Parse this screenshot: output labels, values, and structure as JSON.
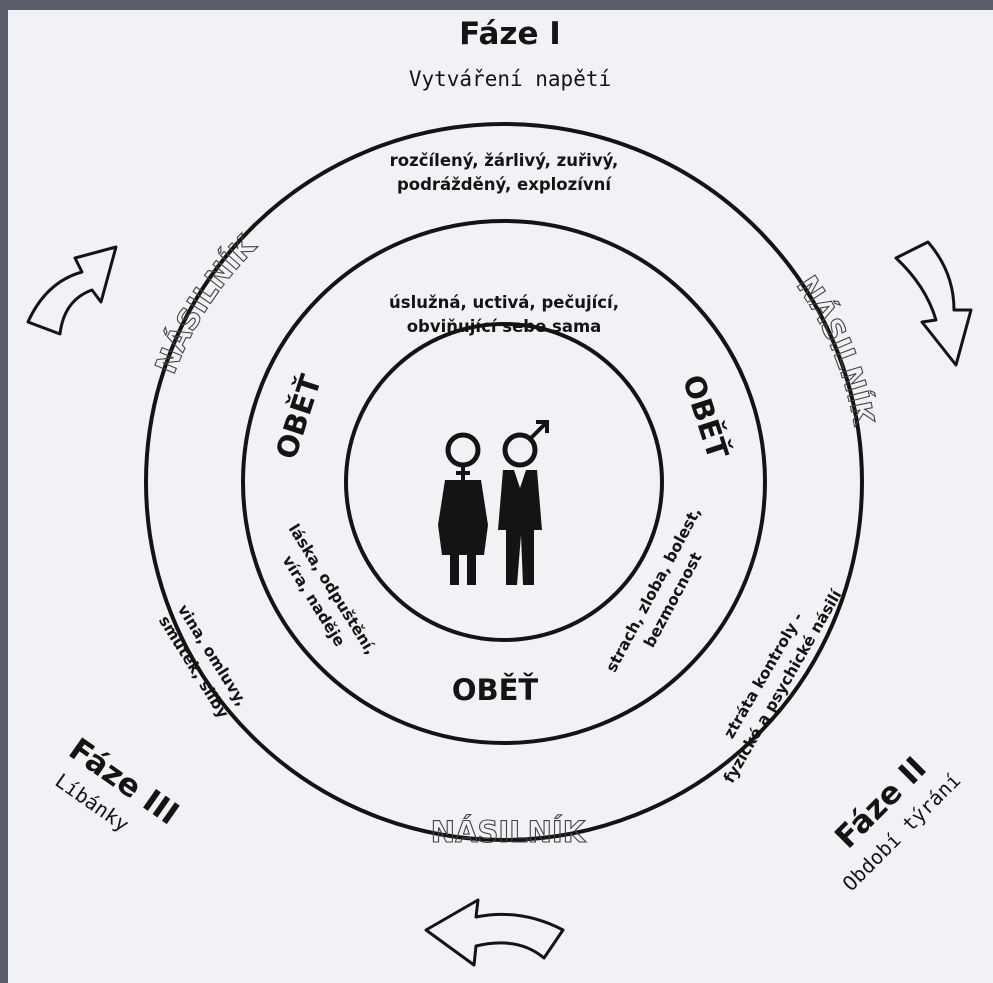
{
  "phase1": {
    "title": "Fáze I",
    "subtitle": "Vytváření napětí"
  },
  "phase2": {
    "title": "Fáze II",
    "subtitle": "Období týrání"
  },
  "phase3": {
    "title": "Fáze III",
    "subtitle": "Líbánky"
  },
  "outer_ring": {
    "top_line1": "rozčílený, žárlivý, zuřivý,",
    "top_line2": "podrážděný, explozívní",
    "perpetrator_label": "NÁSILNÍK",
    "right_line1": "ztráta kontroly -",
    "right_line2": "fyzické a psychické násilí",
    "left_line1": "vina, omluvy,",
    "left_line2": "smutek, sliby"
  },
  "middle_ring": {
    "top_line1": "úslužná, uctivá, pečující,",
    "top_line2": "obviňující sebe sama",
    "victim_label": "OBĚŤ",
    "left_line1": "láska, odpuštění,",
    "left_line2": "víra, naděje",
    "right_line1": "strach, zloba, bolest,",
    "right_line2": "bezmocnost"
  },
  "center": {
    "icon": "couple-gender-icon"
  },
  "colors": {
    "ink": "#141414",
    "paper": "#f1f2f6",
    "background": "#5a5f6b"
  }
}
